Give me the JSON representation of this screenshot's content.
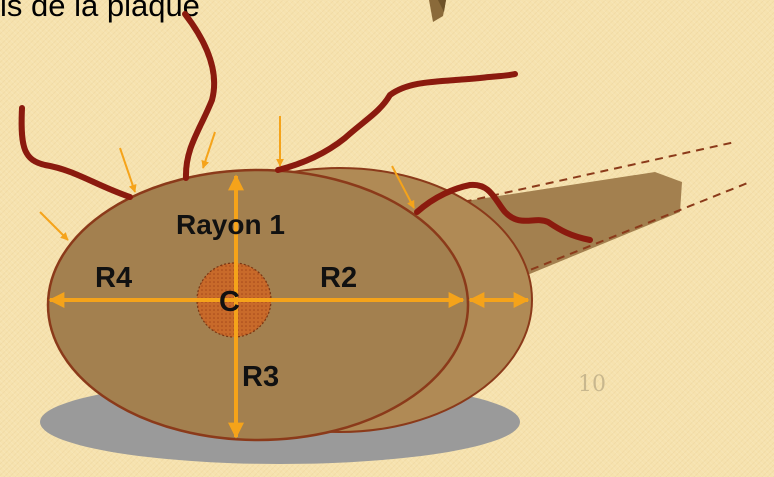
{
  "title": "is de la plaque",
  "labels": {
    "rayon1": "Rayon 1",
    "r2": "R2",
    "r3": "R3",
    "r4": "R4",
    "center": "C"
  },
  "page_number": "10",
  "icons": [
    "brush-icon"
  ],
  "colors": {
    "background": "#f6e2ae",
    "plaque_fill": "#a3804f",
    "plaque_outline": "#8b3a1a",
    "arrow": "#f5a31a",
    "roots": "#8b1a0e",
    "core": "#c86a2a",
    "shadow": "#9a9a9a"
  }
}
